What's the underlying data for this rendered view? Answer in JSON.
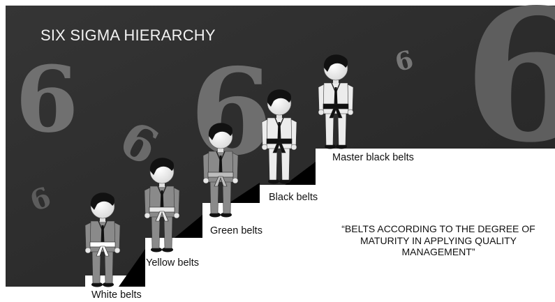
{
  "title": "SIX SIGMA HIERARCHY",
  "levels": [
    {
      "label": "White belts",
      "belt_color": "#ffffff",
      "suit_color": "#8a8a8a"
    },
    {
      "label": "Yellow belts",
      "belt_color": "#e8e8e8",
      "suit_color": "#8a8a8a"
    },
    {
      "label": "Green belts",
      "belt_color": "#bdbdbd",
      "suit_color": "#8a8a8a"
    },
    {
      "label": "Black belts",
      "belt_color": "#111111",
      "suit_color": "#ececec"
    },
    {
      "label": "Master black belts",
      "belt_color": "#111111",
      "suit_color": "#ececec"
    }
  ],
  "quote": {
    "line1": "“BELTS ACCORDING TO THE DEGREE OF",
    "line2": "MATURITY IN APPLYING QUALITY",
    "line3": "MANAGEMENT”"
  },
  "colors": {
    "background": "#2c2c2c",
    "steps": "#ffffff",
    "decor_six": "#6a6a6a",
    "text_dark": "#111111",
    "text_light": "#f2f2f2"
  }
}
